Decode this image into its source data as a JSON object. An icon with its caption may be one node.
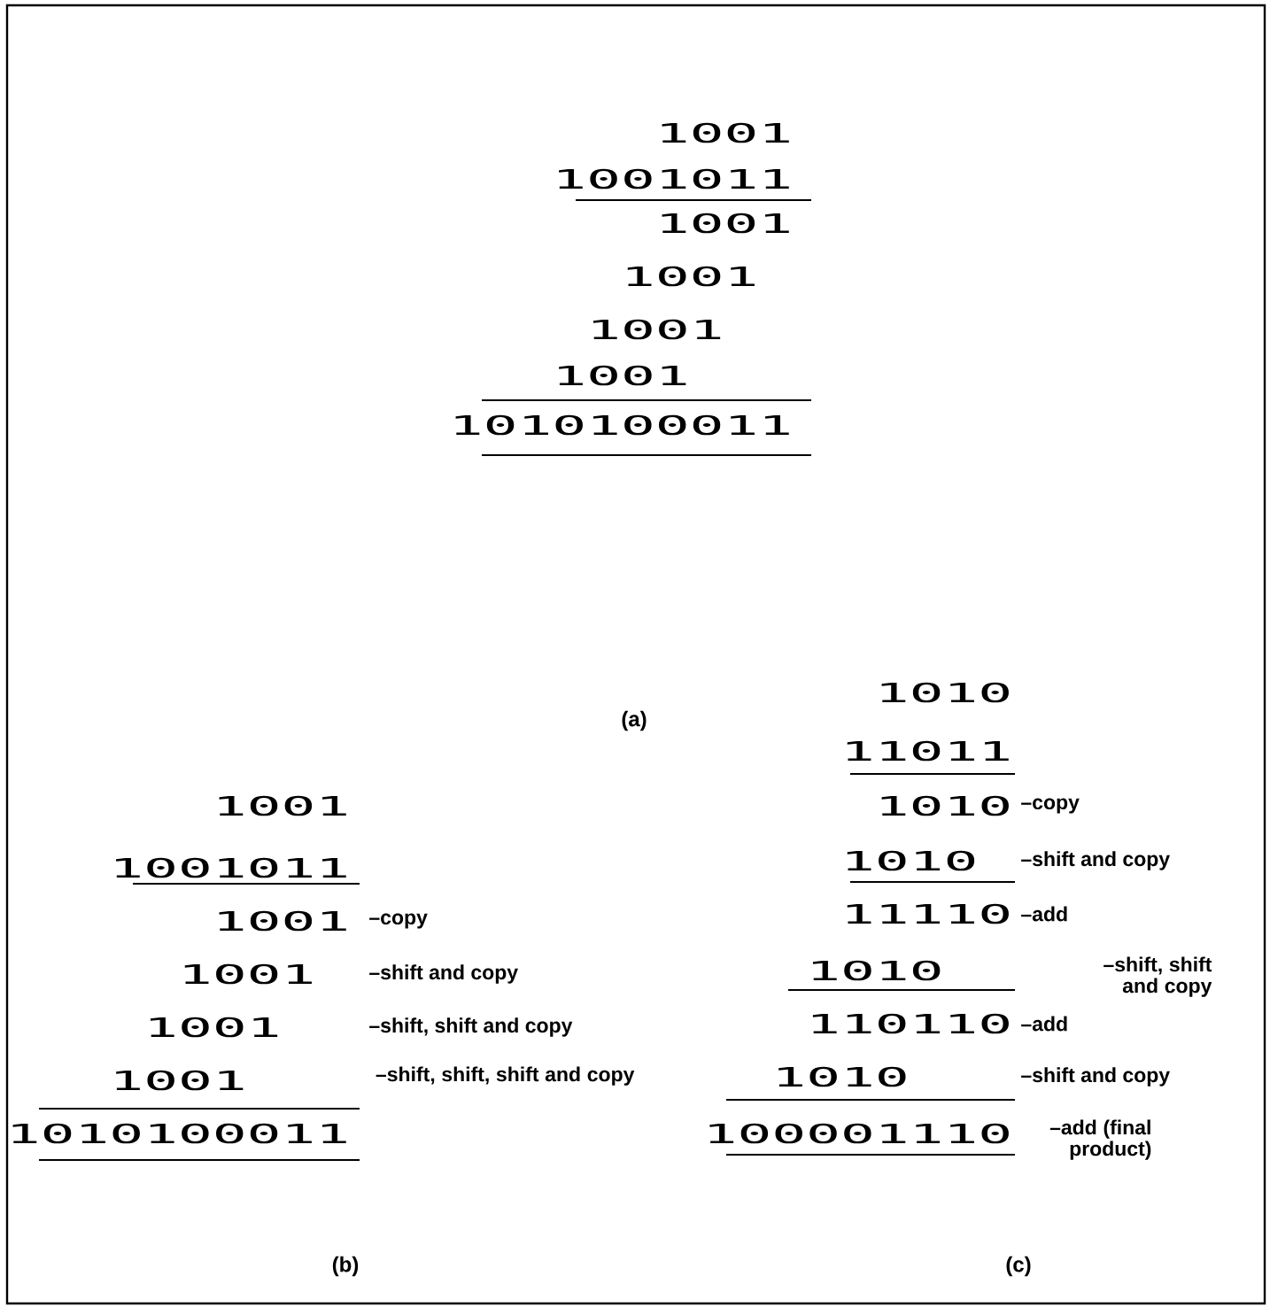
{
  "diagram": {
    "labels": [
      "1001",
      "1001011",
      "1001",
      "1001",
      "1001",
      "1001",
      "1010100011",
      "(a)",
      "1001",
      "1001011",
      "1001",
      "–copy",
      "1001",
      "–shift and copy",
      "1001",
      "–shift, shift and copy",
      "1001",
      "–shift, shift, shift and copy",
      "1010100011",
      "(b)",
      "1010",
      "11011",
      "1010",
      "–copy",
      "1010",
      "–shift and copy",
      "11110",
      "–add",
      "1010",
      "–shift, shift and copy",
      "110110",
      "–add",
      "1010",
      "–shift and copy",
      "100001110",
      "–add (final product)",
      "(c)"
    ]
  }
}
